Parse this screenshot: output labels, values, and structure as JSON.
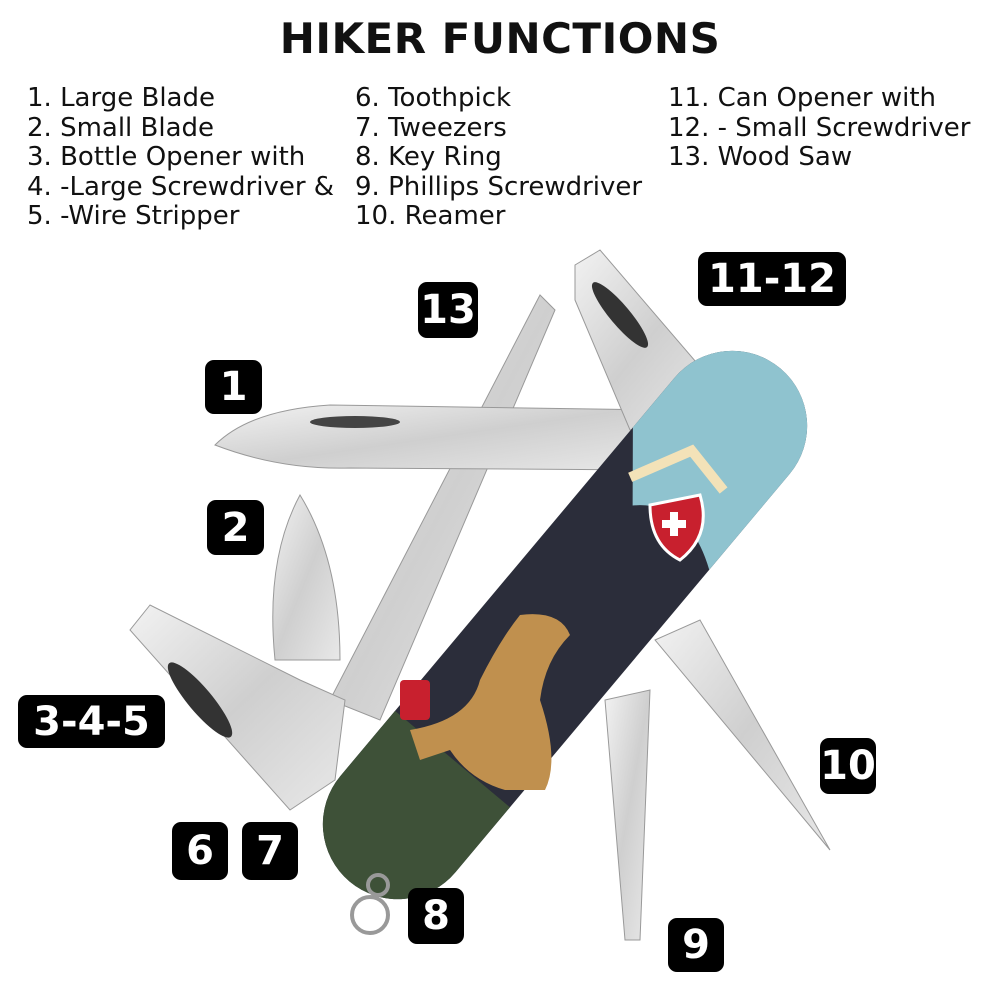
{
  "title": "HIKER FUNCTIONS",
  "functions": {
    "col1": [
      "1. Large Blade",
      "2. Small Blade",
      "3. Bottle Opener with",
      "4. -Large Screwdriver &",
      "5. -Wire Stripper"
    ],
    "col2": [
      "6. Toothpick",
      "7. Tweezers",
      "8. Key Ring",
      "9. Phillips Screwdriver",
      "10. Reamer"
    ],
    "col3": [
      "11. Can Opener with",
      "12. - Small Screwdriver",
      "13. Wood Saw"
    ]
  },
  "badges": {
    "b13": "13",
    "b1112": "11-12",
    "b1": "1",
    "b2": "2",
    "b345": "3-4-5",
    "b6": "6",
    "b7": "7",
    "b8": "8",
    "b9": "9",
    "b10": "10"
  },
  "colors": {
    "body": "#2b2d3a",
    "sky": "#8fc3cf",
    "green": "#3e5138",
    "bear": "#c0904e",
    "cross": "#c8202e",
    "steel": "#d9d9d9"
  }
}
